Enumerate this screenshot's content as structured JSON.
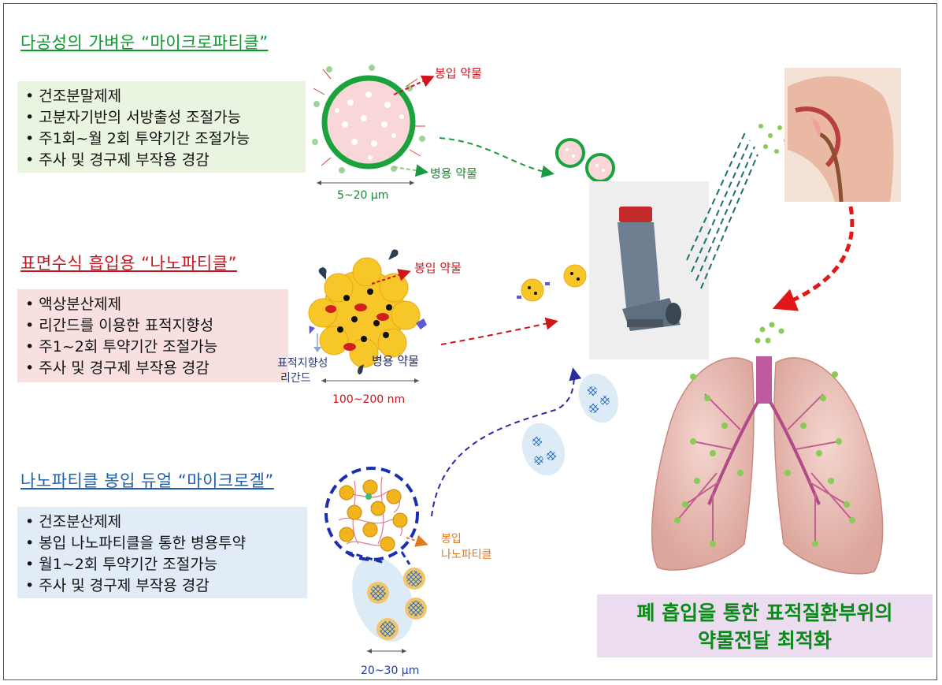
{
  "section1": {
    "title": "다공성의 가벼운 “마이크로파티클”",
    "color": "#0b9a2e",
    "items": [
      "건조분말제제",
      "고분자기반의 서방출성 조절가능",
      "주1회~월 2회 투약기간 조절가능",
      "주사 및 경구제 부작용 경감"
    ],
    "box_color": "#eaf5e1",
    "label_encapsulated": "봉입 약물",
    "label_combined": "병용 약물",
    "size": "5~20 μm"
  },
  "section2": {
    "title": "표면수식 흡입용 “나노파티클”",
    "color": "#c8141c",
    "items": [
      "액상분산제제",
      "리간드를 이용한 표적지향성",
      "주1~2회 투약기간 조절가능",
      "주사 및 경구제 부작용 경감"
    ],
    "box_color": "#f8e0e0",
    "label_encapsulated": "봉입 약물",
    "label_combined": "병용 약물",
    "label_ligand_line1": "표적지향성",
    "label_ligand_line2": "리간드",
    "size": "100~200 nm"
  },
  "section3": {
    "title": "나노파티클 봉입 듀얼 “마이크로겔”",
    "color": "#1f5fb0",
    "items": [
      "건조분산제제",
      "봉입 나노파티클을 통한 병용투약",
      "월1~2회 투약기간 조절가능",
      "주사 및 경구제 부작용 경감"
    ],
    "box_color": "#e1ecf7",
    "label_np_line1": "봉입",
    "label_np_line2": "나노파티클",
    "size": "20~30 μm"
  },
  "conclusion": {
    "line1": "폐 흡입을 통한 표적질환부위의",
    "line2": "약물전달 최적화"
  },
  "icons": [
    "inhaler-icon",
    "head-airway-icon",
    "lungs-icon",
    "microparticle-icon",
    "nanoparticle-icon",
    "microgel-icon"
  ]
}
